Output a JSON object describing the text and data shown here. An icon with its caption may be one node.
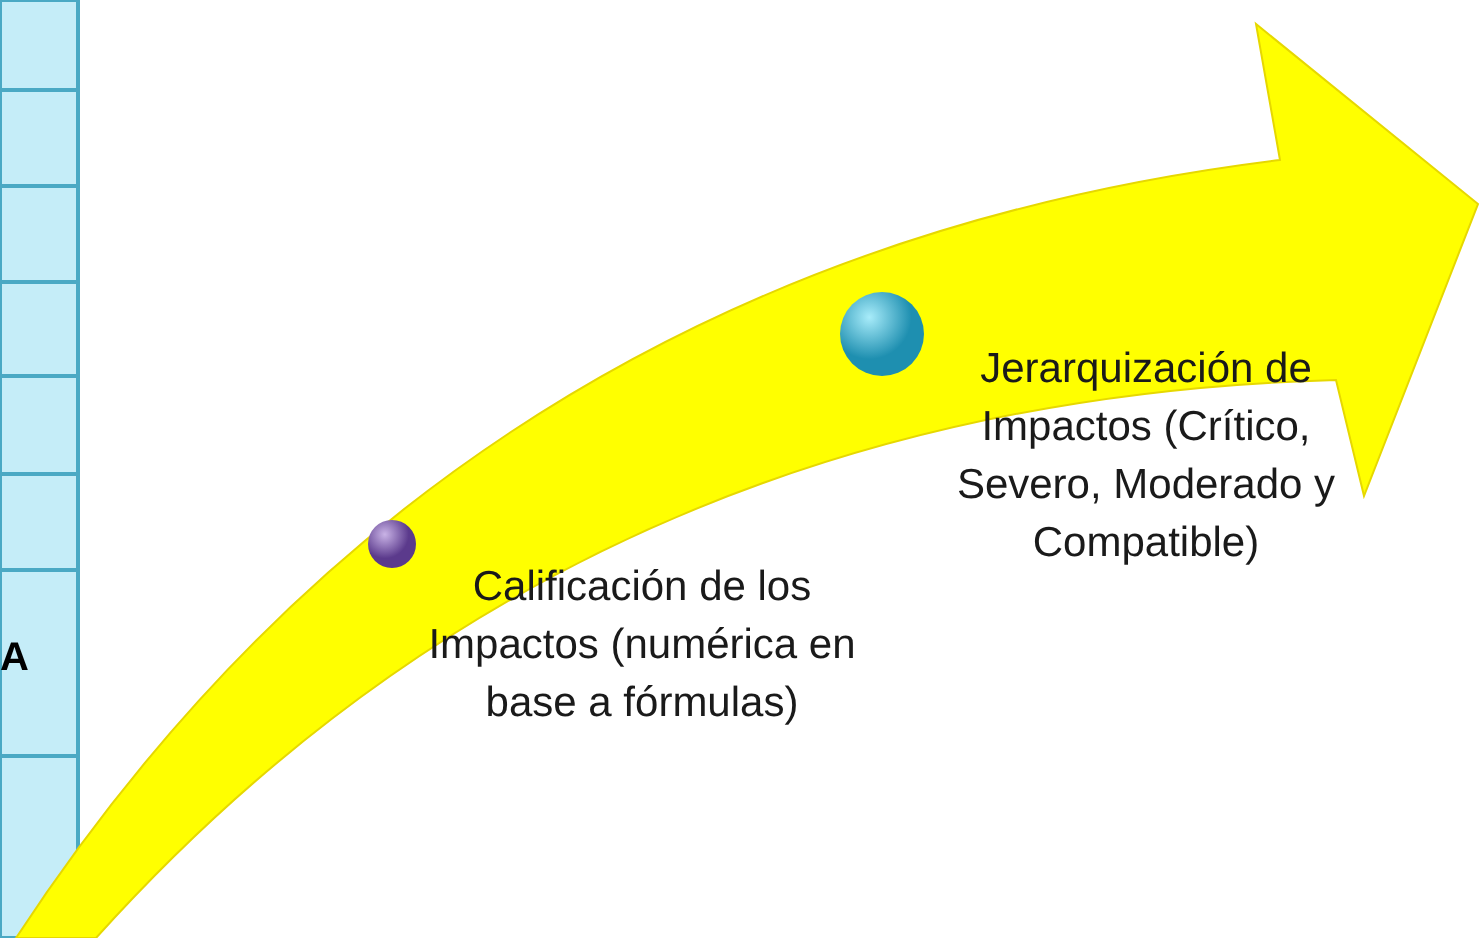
{
  "diagram": {
    "nodes": [
      {
        "text": [
          "Calificación de los Impactos (numérica en base a fórmulas)"
        ]
      },
      {
        "text": [
          "Jerarquización de Impactos (Crítico, Severo, Moderado y Compatible)"
        ]
      }
    ],
    "labels": [
      "A"
    ]
  }
}
